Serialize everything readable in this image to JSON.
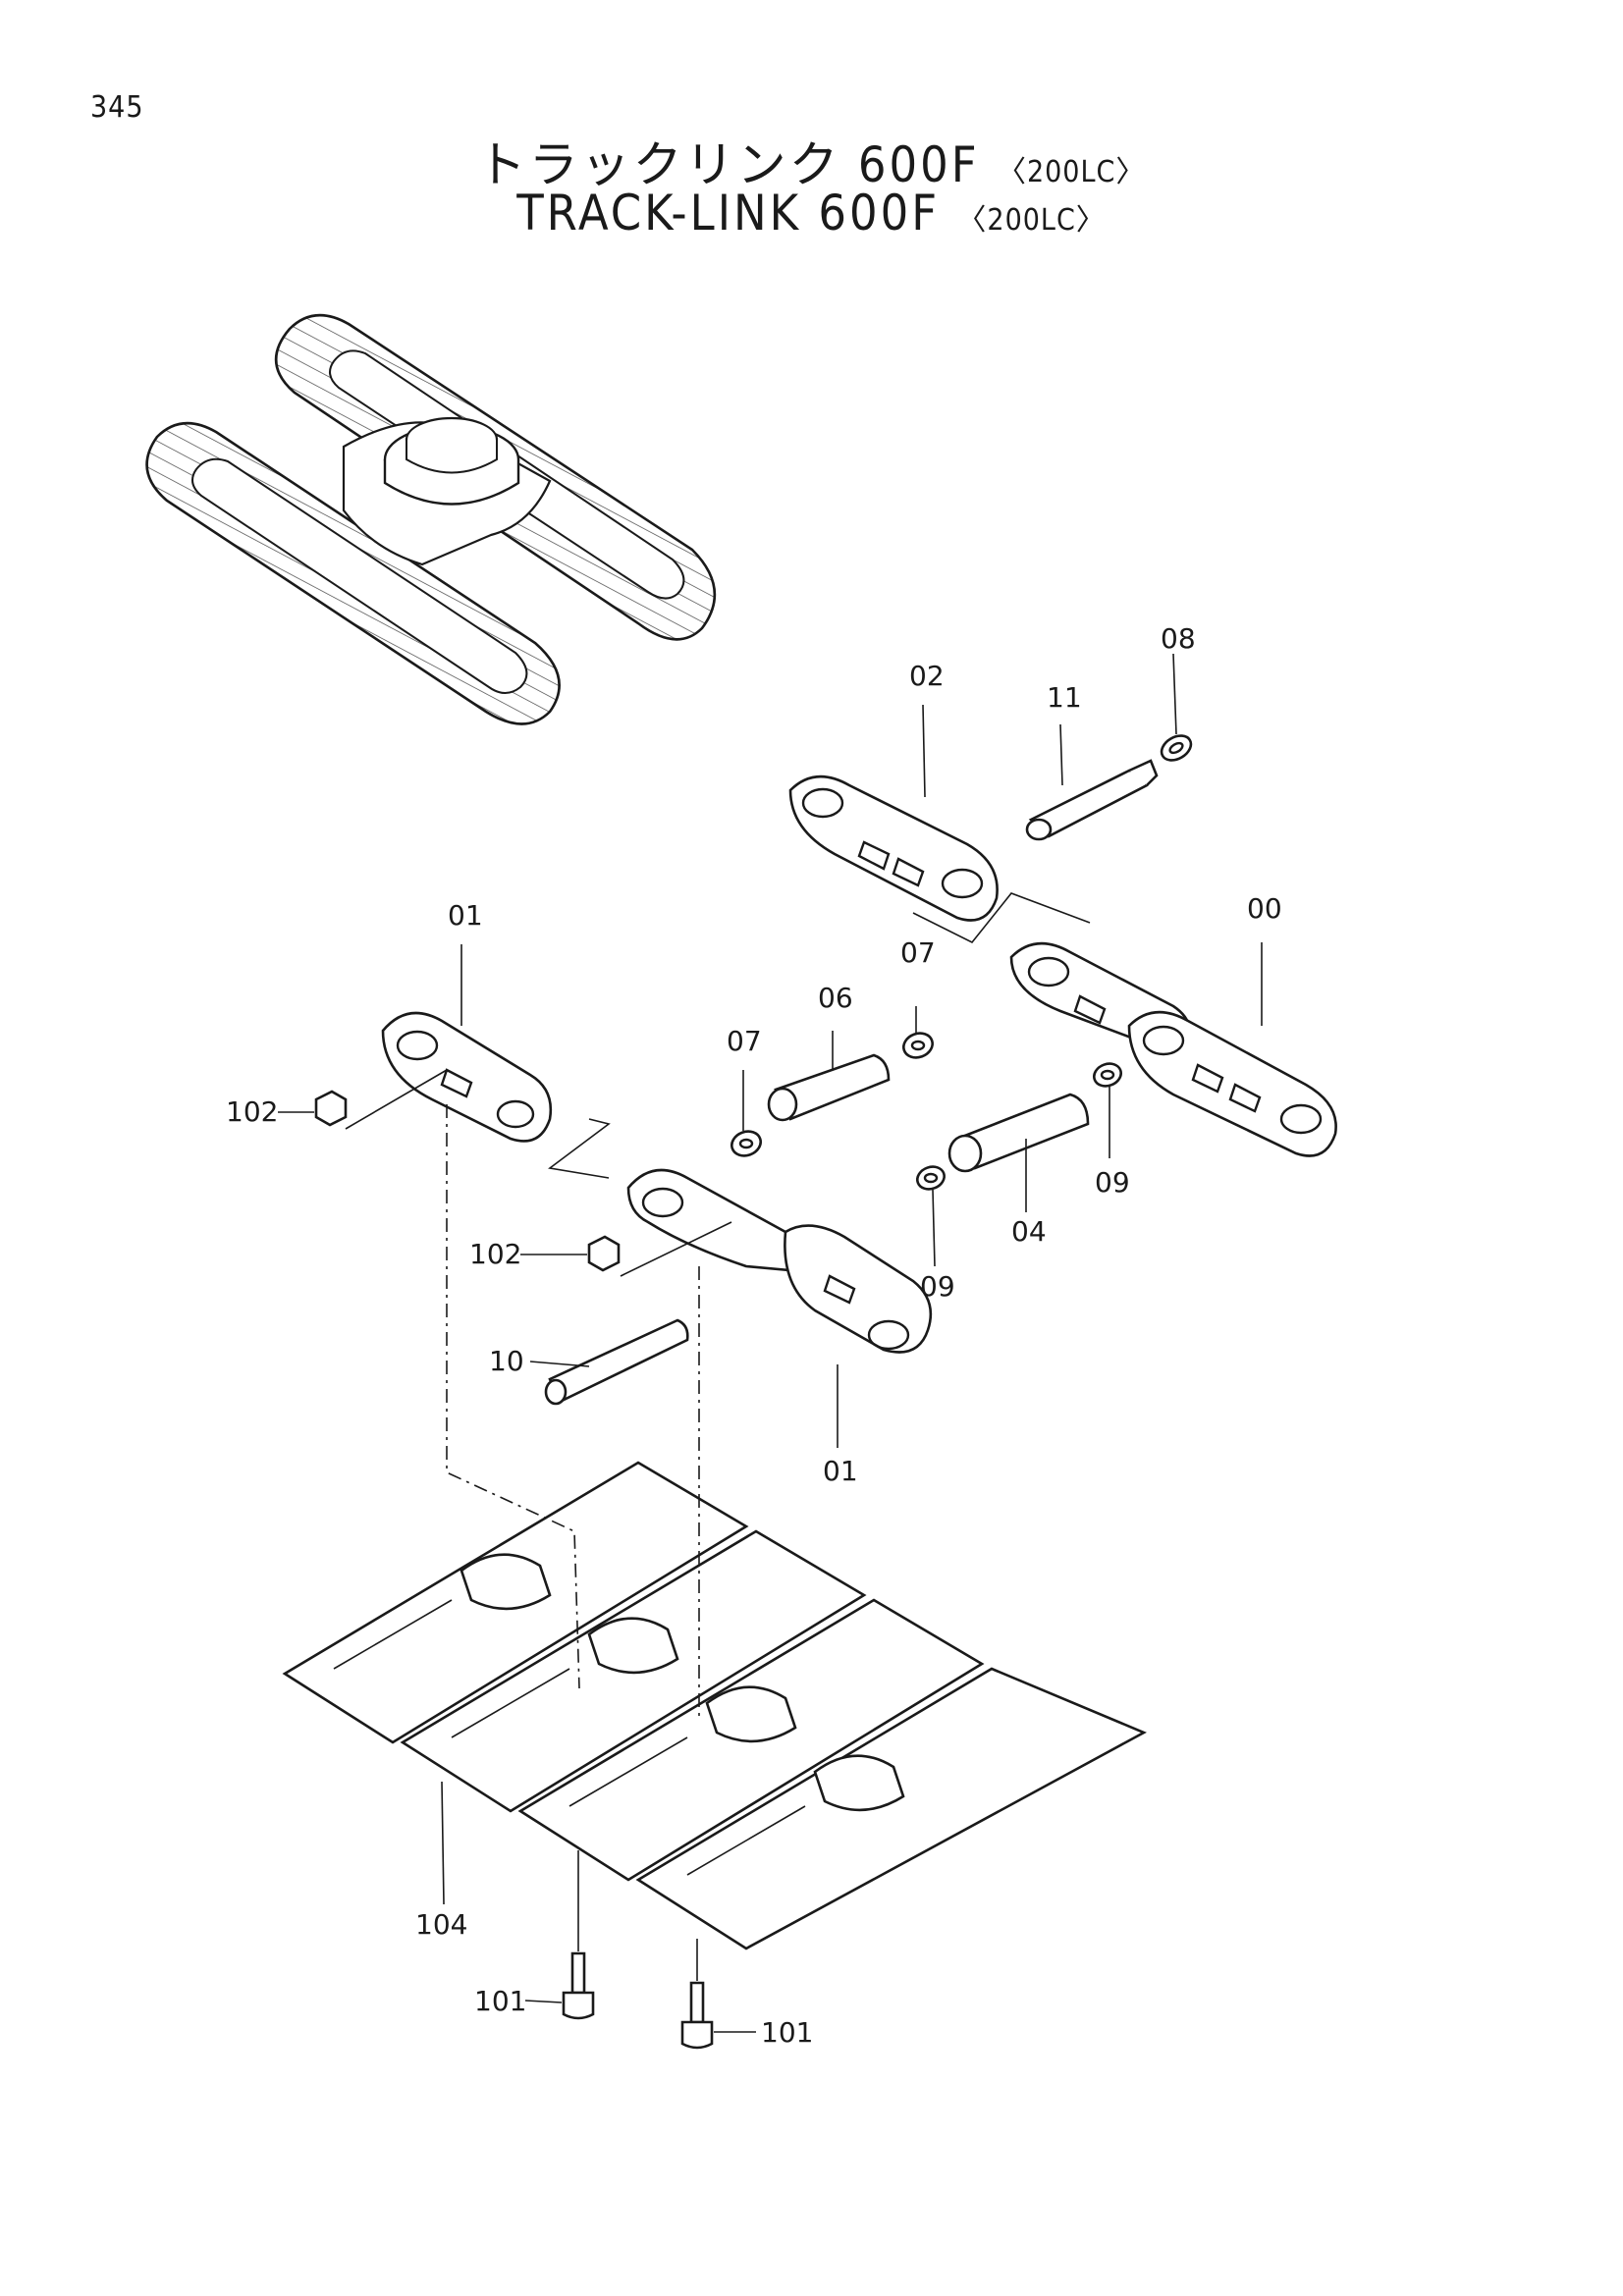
{
  "page": {
    "number": "345"
  },
  "title": {
    "jp": "トラックリンク 600F",
    "en": "TRACK-LINK 600F",
    "model": "〈200LC〉"
  },
  "callouts": [
    {
      "id": "08",
      "label": "08"
    },
    {
      "id": "02",
      "label": "02"
    },
    {
      "id": "11",
      "label": "11"
    },
    {
      "id": "01a",
      "label": "01"
    },
    {
      "id": "00",
      "label": "00"
    },
    {
      "id": "07a",
      "label": "07"
    },
    {
      "id": "06",
      "label": "06"
    },
    {
      "id": "07b",
      "label": "07"
    },
    {
      "id": "102a",
      "label": "102"
    },
    {
      "id": "09a",
      "label": "09"
    },
    {
      "id": "04",
      "label": "04"
    },
    {
      "id": "102b",
      "label": "102"
    },
    {
      "id": "09b",
      "label": "09"
    },
    {
      "id": "10",
      "label": "10"
    },
    {
      "id": "01b",
      "label": "01"
    },
    {
      "id": "104",
      "label": "104"
    },
    {
      "id": "101a",
      "label": "101"
    },
    {
      "id": "101b",
      "label": "101"
    }
  ]
}
